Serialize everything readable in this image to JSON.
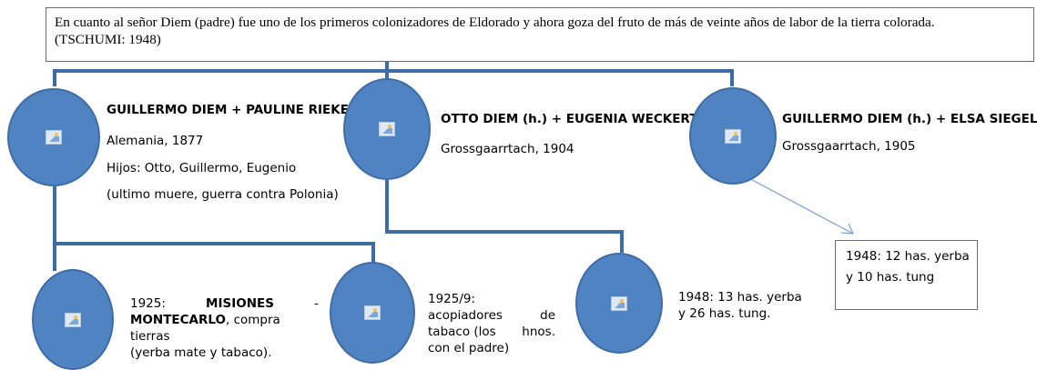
{
  "quote": {
    "line1": "En cuanto al señor Diem (padre) fue uno de los primeros colonizadores de Eldorado y ahora goza del fruto de más de veinte años de labor de la tierra colorada.",
    "line2": "(TSCHUMI: 1948)"
  },
  "gen1": [
    {
      "title": "GUILLERMO DIEM + PAULINE RIEKE",
      "place": "Alemania, 1877",
      "children": "Hijos: Otto, Guillermo, Eugenio",
      "note": "(ultimo muere, guerra contra Polonia)"
    },
    {
      "title": "OTTO DIEM (h.) + EUGENIA WECKERTE",
      "place": "Grossgaarrtach, 1904"
    },
    {
      "title": "GUILLERMO DIEM (h.) + ELSA SIEGEL",
      "place": "Grossgaarrtach, 1905"
    }
  ],
  "gen2": {
    "montecarlo": {
      "year": "1925:",
      "place_a": "MISIONES",
      "dash": "-",
      "place_b": "MONTECARLO",
      "rest1": ", compra tierras",
      "rest2": "(yerba mate y tabaco)."
    },
    "acopiadores": {
      "l1": "1925/9:",
      "l2a": "acopiadores",
      "l2b": "de",
      "l3a": "tabaco (los",
      "l3b": "hnos.",
      "l4": "con el padre)"
    },
    "otto_1948": {
      "l1": "1948: 13 has. yerba",
      "l2": "y 26 has. tung."
    }
  },
  "elsa_box": {
    "l1": "1948: 12 has. yerba",
    "l2": "y 10 has. tung"
  },
  "colors": {
    "node_fill": "#5083c2",
    "connector": "#3e6da6",
    "arrow": "#7a9fd0"
  }
}
